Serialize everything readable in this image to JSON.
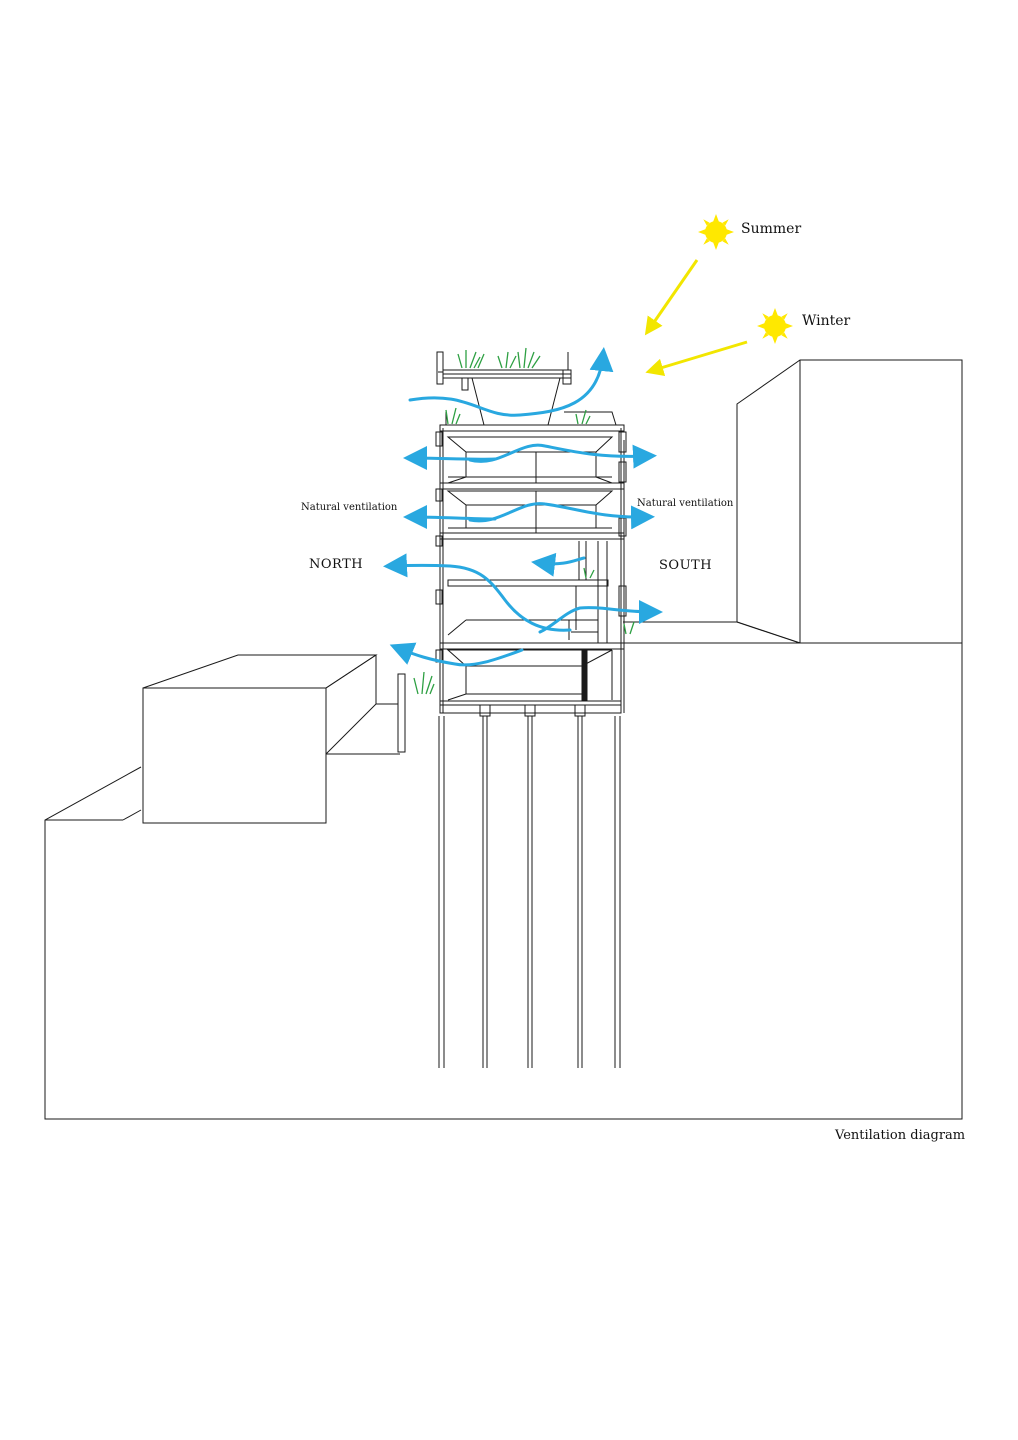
{
  "labels": {
    "summer": "Summer",
    "winter": "Winter",
    "natural_ventilation_left": "Natural ventilation",
    "natural_ventilation_right": "Natural ventilation",
    "north": "NORTH",
    "south": "SOUTH",
    "caption": "Ventilation diagram"
  },
  "colors": {
    "line": "#1a1a1a",
    "airflow": "#29a8e0",
    "sun": "#ffe800",
    "sun_arrow": "#f2e600",
    "plants": "#2ea043",
    "background": "#ffffff"
  },
  "icons": {
    "sun": "sun-icon",
    "airflow": "airflow-arrow-icon",
    "plant": "grass-icon"
  }
}
